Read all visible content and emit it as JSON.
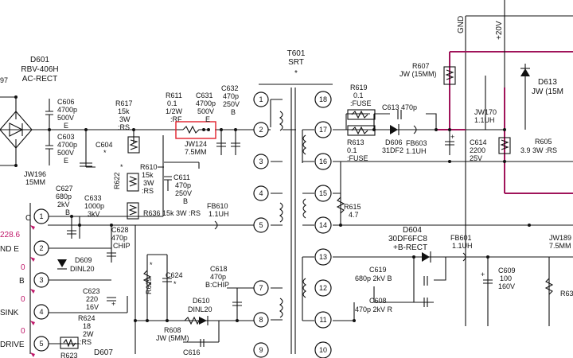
{
  "transformer": {
    "ref": "T601",
    "name": "SRT",
    "mark": "*"
  },
  "pins_left": [
    "1",
    "2",
    "3",
    "4",
    "5",
    "7",
    "8",
    "9"
  ],
  "pins_right": [
    "18",
    "17",
    "16",
    "15",
    "14",
    "13",
    "12",
    "11",
    "10"
  ],
  "rail_labels": {
    "gnd": "GND",
    "v20": "+20V"
  },
  "d601": {
    "ref": "D601",
    "part": "RBV-406H",
    "type": "AC-RECT"
  },
  "cut_top_left": "97",
  "c606": [
    "C606",
    "4700p",
    "500V",
    "E"
  ],
  "c603": [
    "C603",
    "4700p",
    "500V",
    "E"
  ],
  "c604": [
    "C604",
    "*"
  ],
  "jw196": [
    "JW196",
    "15MM"
  ],
  "r617": [
    "R617",
    "15k",
    "3W",
    ":RS"
  ],
  "r611": [
    "R611",
    "0.1",
    "1/2W",
    ":RF"
  ],
  "c631": [
    "C631",
    "4700p",
    "500V",
    "E"
  ],
  "c632": [
    "C632",
    "470p",
    "250V",
    "B"
  ],
  "jw124": [
    "JW124",
    "7.5MM"
  ],
  "r610": [
    "R610",
    "15k",
    "3W",
    ":RS"
  ],
  "r622": "R622",
  "r622_mark": "*",
  "c611": [
    "C611",
    "470p",
    "250V",
    "B"
  ],
  "r636": "R636 15k 3W :RS",
  "fb610": [
    "FB610",
    "1.1UH"
  ],
  "c627": [
    "C627",
    "680p",
    "2kV",
    "B"
  ],
  "c633": [
    "C633",
    "1000p",
    "3kV"
  ],
  "c628": [
    "C628",
    "470p",
    "CHIP"
  ],
  "d609": [
    "D609",
    "DINL20"
  ],
  "r629": "R629",
  "r629_mark": "*",
  "c624": [
    "C624",
    "*"
  ],
  "c618": [
    "C618",
    "470p",
    "B:CHIP"
  ],
  "c623": [
    "C623",
    "220",
    "16V"
  ],
  "d610": [
    "D610",
    "DINL20"
  ],
  "r624": [
    "R624",
    "18",
    "2W",
    ":RS"
  ],
  "r608": [
    "R608",
    "JW (5MM)"
  ],
  "c616": "C616",
  "r623": "R623",
  "d607": "D607",
  "connector": {
    "pins": [
      "1",
      "2",
      "3",
      "4",
      "5"
    ],
    "labels": [
      "C",
      "ND E",
      "B",
      "SINK",
      "DRIVE"
    ],
    "values": [
      "228.6",
      "0",
      "0",
      "0"
    ]
  },
  "r619": [
    "R619",
    "0.1",
    ":FUSE"
  ],
  "r613": [
    "R613",
    "0.1",
    ":FUSE"
  ],
  "c613": "C613 470p",
  "d606": [
    "D606",
    "31DF2"
  ],
  "fb603": [
    "FB603",
    "1.1UH"
  ],
  "r607": [
    "R607",
    "JW (15MM)"
  ],
  "d613": [
    "D613",
    "JW (15M"
  ],
  "jw170": [
    "JW170",
    "1.1UH"
  ],
  "c614": [
    "C614",
    "2200",
    "25V"
  ],
  "r605": [
    "R605",
    "3.9 3W :RS"
  ],
  "r615": [
    "R615",
    "4.7"
  ],
  "d604": [
    "D604",
    "30DF6FC8",
    "+B-RECT"
  ],
  "fb601": [
    "FB601",
    "1.1UH"
  ],
  "jw189": [
    "JW189",
    "7.5MM"
  ],
  "c619": [
    "C619",
    "680p  2kV  B"
  ],
  "c608": [
    "C608",
    "470p  2kV  R"
  ],
  "c609": [
    "C609",
    "100",
    "160V"
  ],
  "r63x": "R63"
}
